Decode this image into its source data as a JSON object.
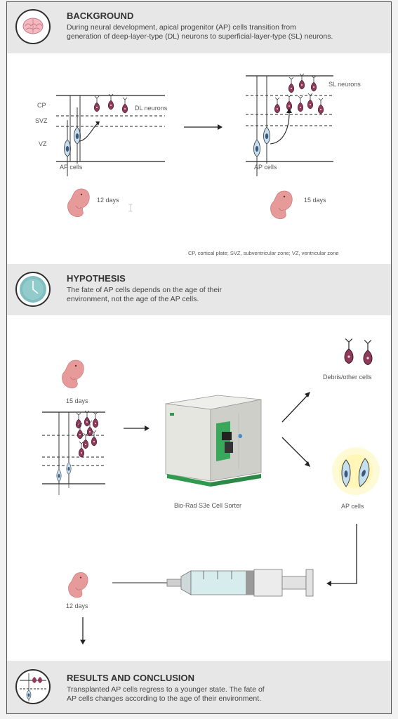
{
  "background": {
    "title": "BACKGROUND",
    "text_line1": "During neural development, apical progenitor (AP) cells transition from",
    "text_line2": "generation of deep-layer-type (DL) neurons to superficial-layer-type (SL) neurons.",
    "icon": "brain-icon",
    "left_panel": {
      "cp": "CP",
      "svz": "SVZ",
      "vz": "VZ",
      "neurons": "DL neurons",
      "ap": "AP cells",
      "age": "12 days"
    },
    "right_panel": {
      "neurons": "SL neurons",
      "ap": "AP cells",
      "age": "15 days"
    },
    "footnote": "CP, cortical plate; SVZ, subventricular zone; VZ, ventricular zone"
  },
  "hypothesis": {
    "title": "HYPOTHESIS",
    "text_line1": "The fate of AP cells depends on the age of their",
    "text_line2": "environment, not the age of the AP cells.",
    "icon": "clock-icon",
    "donor_age": "15 days",
    "sorter": "Bio-Rad S3e Cell Sorter",
    "debris": "Debris/other cells",
    "ap": "AP cells",
    "recipient_age": "12 days"
  },
  "results": {
    "title": "RESULTS AND CONCLUSION",
    "text_line1": "Transplanted AP cells regress to a younger state. The fate of",
    "text_line2": "AP cells changes according to the age of their environment.",
    "icon": "cortex-icon"
  },
  "colors": {
    "band": "#e7e7e7",
    "neuron": "#8e3a5a",
    "ap_cell": "#3d5a7e",
    "embryo": "#e79a9a",
    "sorter_green": "#2f9a4e",
    "syringe": "#d7ecec"
  }
}
